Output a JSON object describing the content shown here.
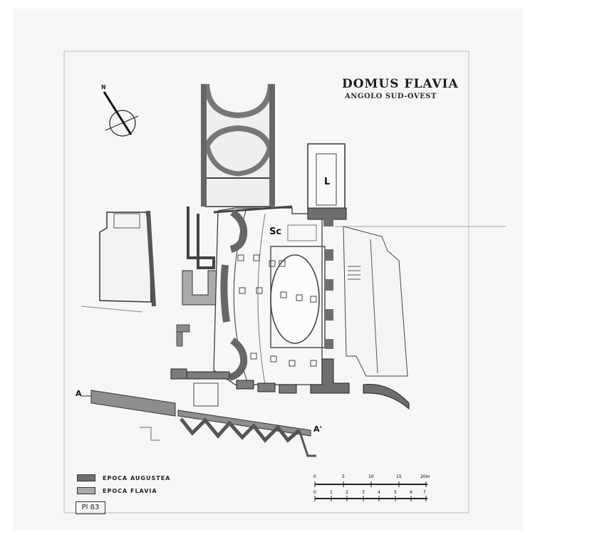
{
  "title": "DOMUS FLAVIA",
  "subtitle": "ANGOLO SUD-OVEST",
  "labels": {
    "L": "L",
    "Sc": "Sc",
    "A": "A",
    "A_prime": "A'",
    "north": "N"
  },
  "legend": [
    {
      "label": "EPOCA AUGUSTEA",
      "color": "#6e6e6e"
    },
    {
      "label": "EPOCA FLAVIA",
      "color": "#a9a9a9"
    }
  ],
  "scale_bar": {
    "upper_ticks": [
      "0",
      "5",
      "10",
      "15",
      "20m"
    ],
    "lower_ticks": [
      "0",
      "1",
      "2",
      "3",
      "4",
      "5",
      "6",
      "7"
    ]
  },
  "sheet_ref": "Pl 83",
  "colors": {
    "wall_augustan": "#6e6e6e",
    "wall_flavian": "#a9a9a9",
    "ink": "#2a2a2a"
  }
}
